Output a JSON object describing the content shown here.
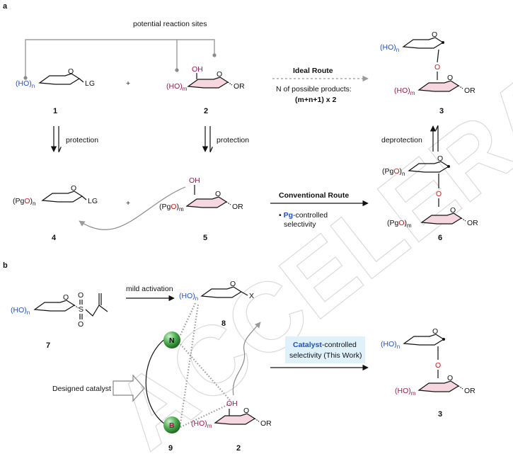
{
  "panels": {
    "a": "a",
    "b": "b"
  },
  "labels": {
    "potential_sites": "potential reaction sites",
    "ideal_route": "Ideal Route",
    "n_products": "N of possible products:",
    "formula": "(m+n+1) x 2",
    "protection": "protection",
    "deprotection": "deprotection",
    "conventional_route": "Conventional Route",
    "pg_controlled_pre": "• ",
    "pg_word": "Pg",
    "pg_controlled_post": "-controlled",
    "selectivity": "selectivity",
    "mild_activation": "mild activation",
    "designed_catalyst": "Designed catalyst",
    "catalyst_word": "Catalyst",
    "catalyst_controlled_post": "-controlled",
    "this_work": "selectivity (This Work)"
  },
  "compounds": {
    "c1": "1",
    "c2": "2",
    "c3": "3",
    "c4": "4",
    "c5": "5",
    "c6": "6",
    "c7": "7",
    "c8": "8",
    "c9": "9",
    "c2b": "2",
    "c3b": "3"
  },
  "atoms": {
    "o": "O",
    "oh": "OH",
    "lg": "LG",
    "or": "OR",
    "x": "X",
    "s": "S",
    "ho": "(HO)",
    "pgo_open": "(Pg",
    "pgo_o": "O",
    "pgo_close": ")",
    "sub_n": "n",
    "sub_m": "m",
    "plus": "+",
    "cat_n": "N",
    "cat_b": "B"
  },
  "watermark": "ACCELERATED ARTICLE PREVIEW",
  "colors": {
    "hydroxyl_blue": "#1f4fd8",
    "hydroxyl_magenta": "#a0174f",
    "protecting_red": "#d21a1a",
    "ring_pink": "#f7d7df",
    "box_blue": "#dff1fb",
    "catalyst_green": "#3a9a3a"
  }
}
